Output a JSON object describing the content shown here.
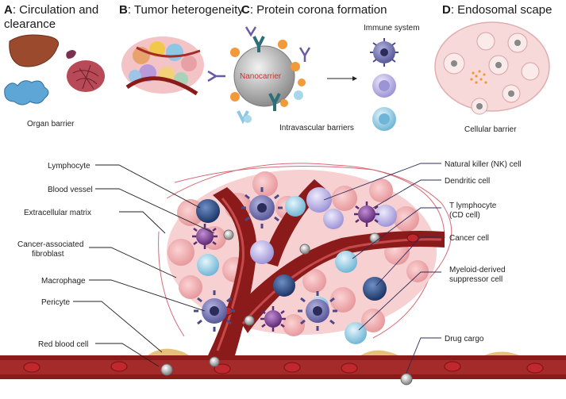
{
  "panels": {
    "a": {
      "letter": "A",
      "title_line1": ": Circulation and",
      "title_line2": "clearance",
      "caption": "Organ barrier"
    },
    "b": {
      "letter": "B",
      "title": ": Tumor heterogeneity"
    },
    "c": {
      "letter": "C",
      "title": ": Protein corona formation",
      "nanocarrier": "Nanocarrier",
      "caption": "Intravascular barriers",
      "immune": "Immune system"
    },
    "d": {
      "letter": "D",
      "title": ": Endosomal scape",
      "caption": "Cellular barrier"
    }
  },
  "left_labels": [
    "Lymphocyte",
    "Blood vessel",
    "Extracellular matrix",
    "Cancer-associated",
    "fibroblast",
    "Macrophage",
    "Pericyte",
    "Red blood cell"
  ],
  "right_labels": [
    "Natural killer (NK) cell",
    "Dendritic cell",
    "T lymphocyte",
    "(CD   cell)",
    "Cancer cell",
    "Myeloid-derived",
    "suppressor cell",
    "Drug cargo"
  ],
  "colors": {
    "vessel": "#8b1a1a",
    "vessel_inner": "#a52a2a",
    "cancer_cell": "#f4b6b8",
    "t_cell": "#a6d7ea",
    "nk_cell": "#c9c4ee",
    "lymphocyte": "#1f3f7a",
    "macrophage": "#6a6aa8",
    "dendritic": "#7a3e8e",
    "red_blood_cell": "#c0282d"
  }
}
